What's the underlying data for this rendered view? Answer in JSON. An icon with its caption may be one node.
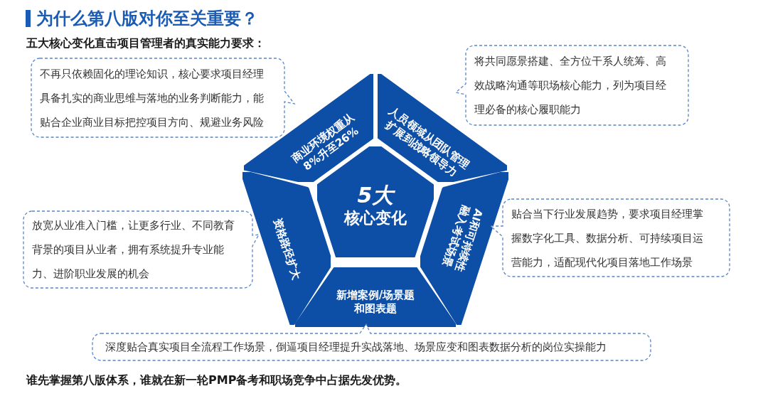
{
  "diagram": {
    "title": "为什么第八版对你至关重要？",
    "nodes": [
      {
        "text": [
          "不再只依赖固化的理论知识，核心要求项目经理具备扎实的商业思维与落地的业务判断能力，能贴合企业商业目标把控项目方向、规避业务风险"
        ]
      },
      {
        "text": [
          "将共同愿景搭建、全方位干系人统筹、高效战略沟通等职场核心能力，列为项目经理必备的核心履职能力"
        ]
      },
      {
        "text": [
          "商业环境权重从8%升至26%"
        ]
      },
      {
        "text": [
          "人员领域从团队管理扩展到战略领导力"
        ]
      },
      {
        "text": [
          "资格路径扩大"
        ]
      },
      {
        "text": [
          "5大",
          "核心变化"
        ]
      },
      {
        "text": [
          "AI和可持续性融入考试场景"
        ]
      },
      {
        "text": [
          "放宽从业准入门槛，让更多行业、不同教育背景的项目从业者，拥有系统提升专业能力、进阶职业发展的机会"
        ]
      },
      {
        "text": [
          "贴合当下行业发展趋势，要求项目经理掌握数字化工具、数据分析、可持续项目运营能力，适配现代化项目落地工作场景"
        ]
      },
      {
        "text": [
          "新增案例/场景题和图表题"
        ]
      },
      {
        "text": [
          "深度贴合真实项目全流程工作场景，倒逼项目经理提升实战落地、场景应变和图表数据分析的岗位实操能力"
        ]
      }
    ],
    "labels": [
      "五大核心变化直击项目管理者的真实能力要求：",
      "谁先掌握第八版体系，谁就在新一轮PMP备考和职场竞争中占据先发优势。"
    ]
  }
}
